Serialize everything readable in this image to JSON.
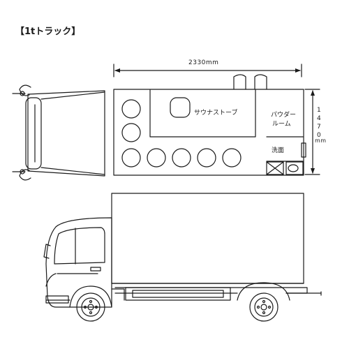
{
  "title": "【1tトラック】",
  "dimensions": {
    "length": "2330mm",
    "width_digits": [
      "1",
      "4",
      "7",
      "0"
    ],
    "width_unit": "mm"
  },
  "labels": {
    "sauna_stove": "サウナストーブ",
    "powder_room_line1": "パウダー",
    "powder_room_line2": "ルーム",
    "washroom": "洗面"
  },
  "colors": {
    "line": "#1a1a1a",
    "background": "#ffffff"
  }
}
